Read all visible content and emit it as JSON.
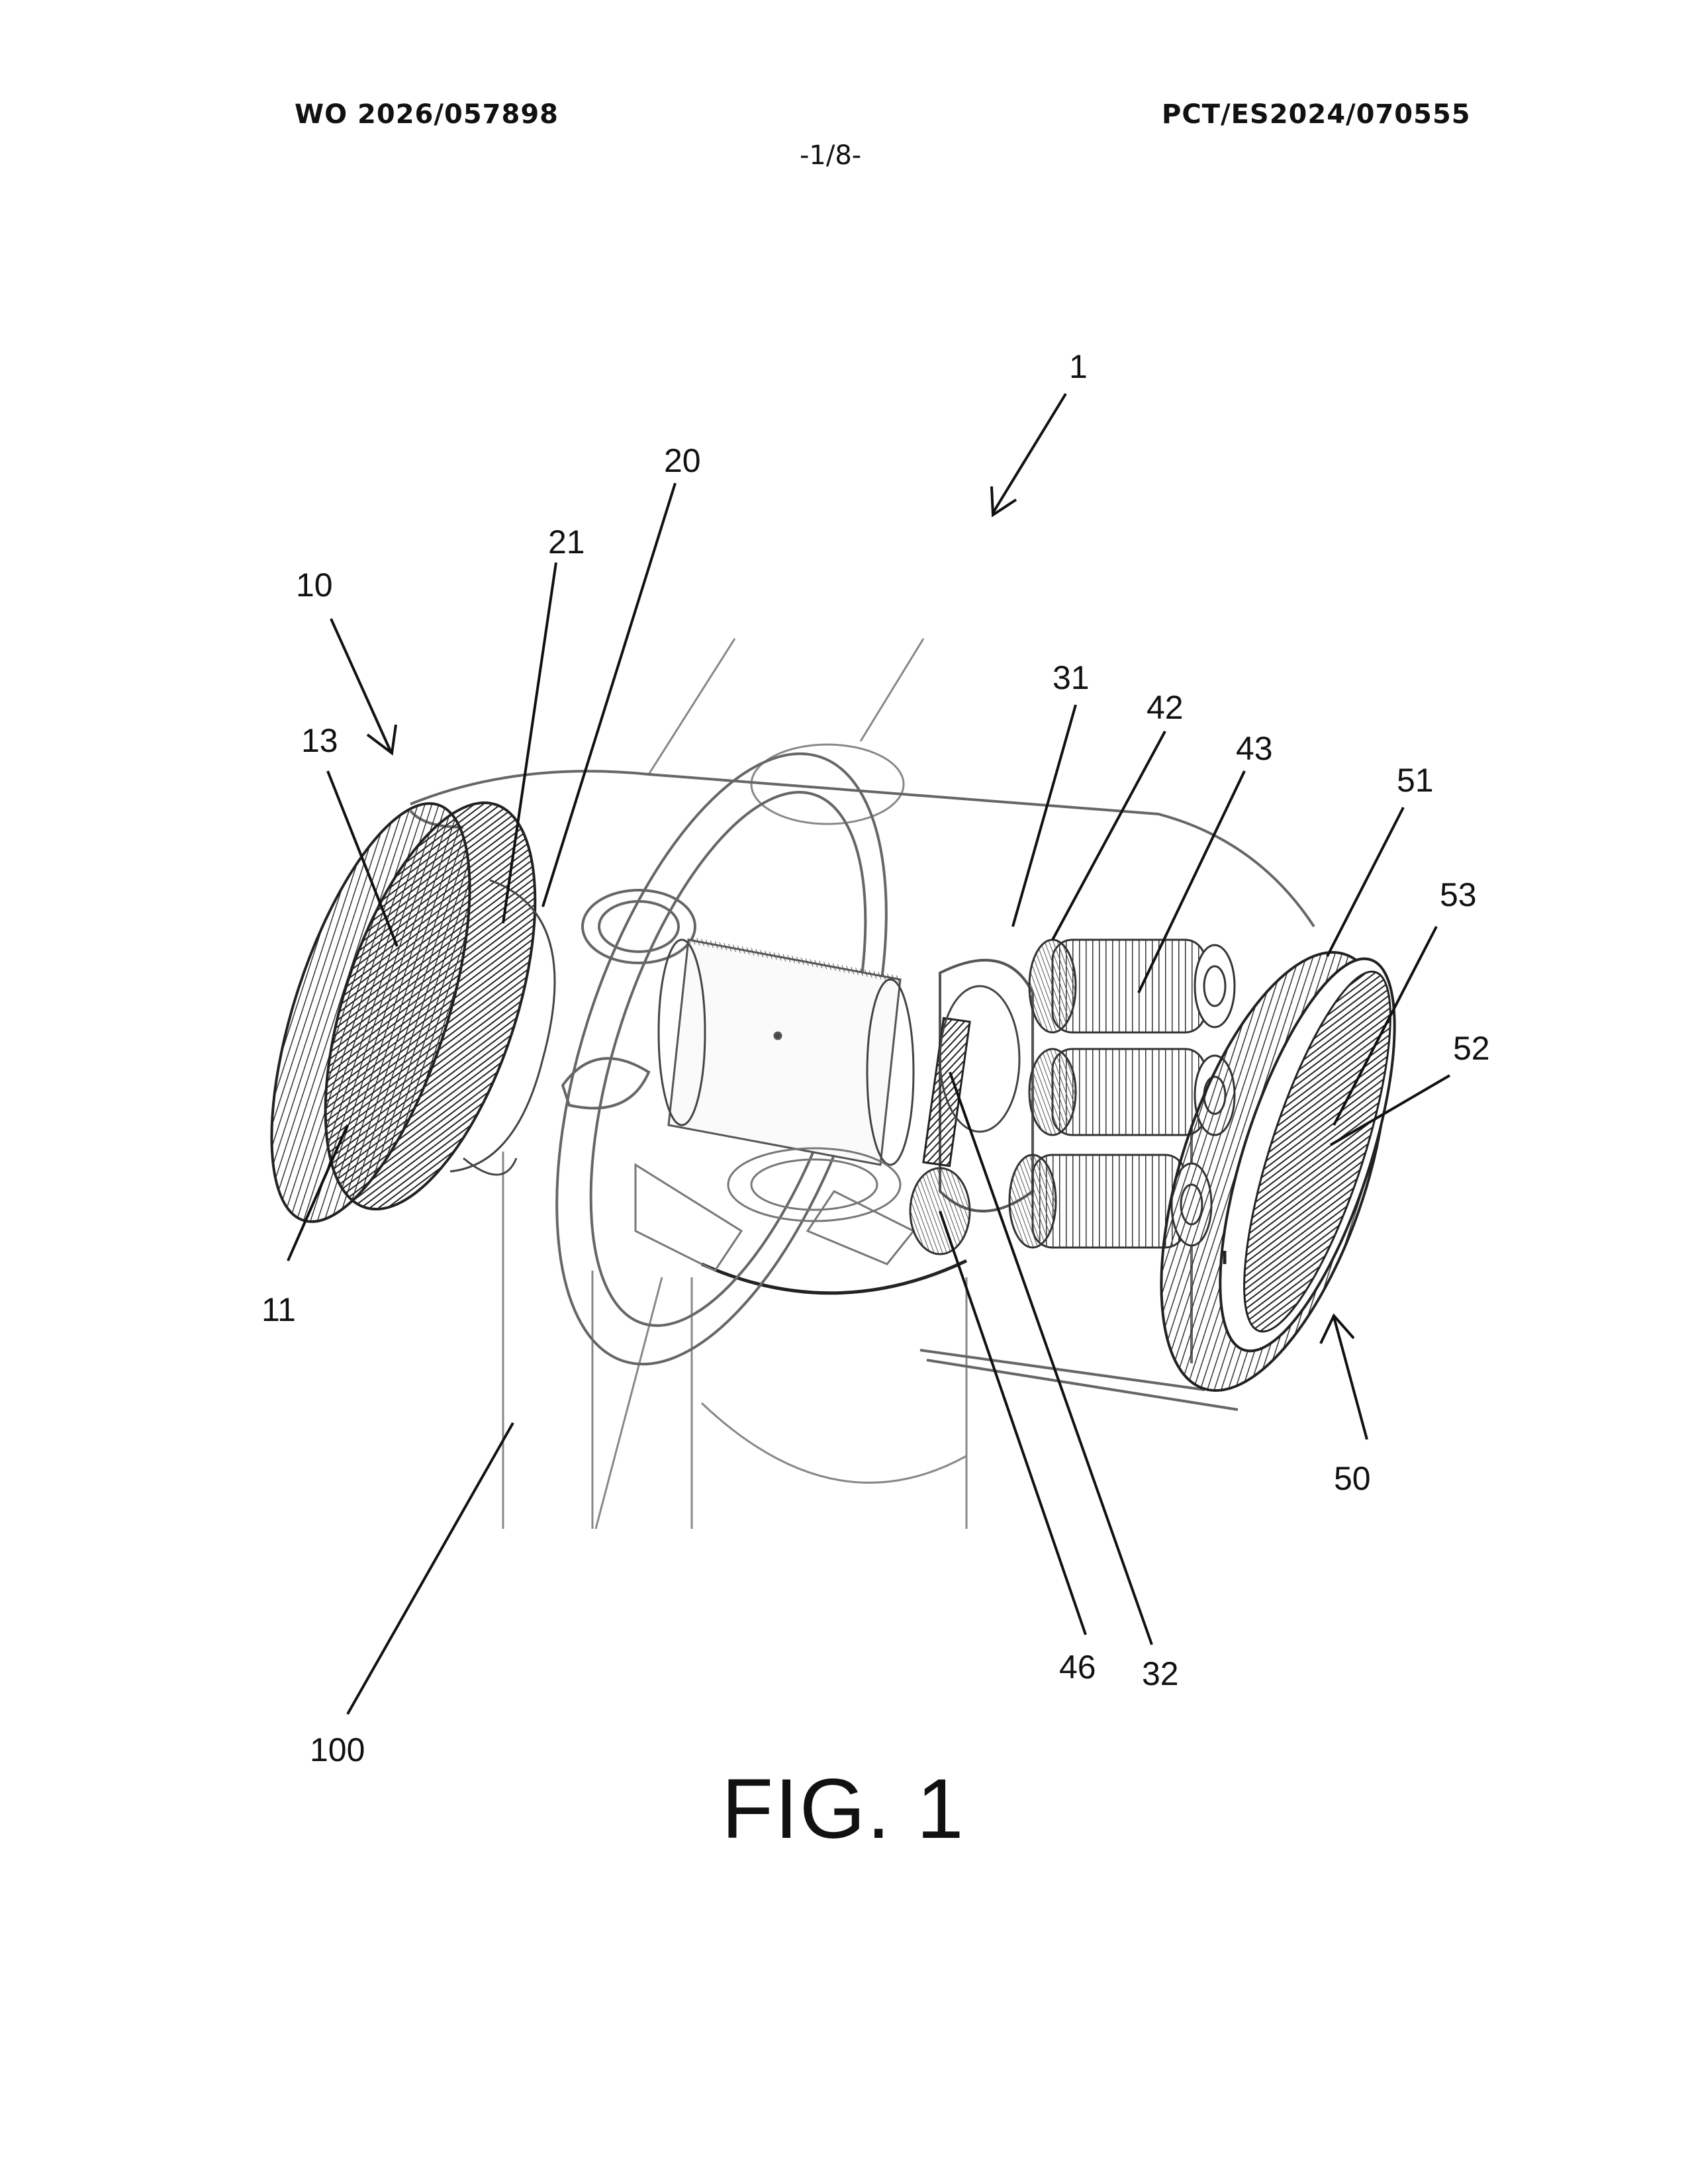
{
  "header": {
    "publication_number": "WO 2026/057898",
    "application_number": "PCT/ES2024/070555",
    "sheet": "-1/8-"
  },
  "figure": {
    "caption": "FIG. 1",
    "reference_numerals": {
      "n1": "1",
      "n10": "10",
      "n11": "11",
      "n13": "13",
      "n20": "20",
      "n21": "21",
      "n31": "31",
      "n32": "32",
      "n42": "42",
      "n43": "43",
      "n46": "46",
      "n50": "50",
      "n51": "51",
      "n52": "52",
      "n53": "53",
      "n100": "100"
    }
  }
}
